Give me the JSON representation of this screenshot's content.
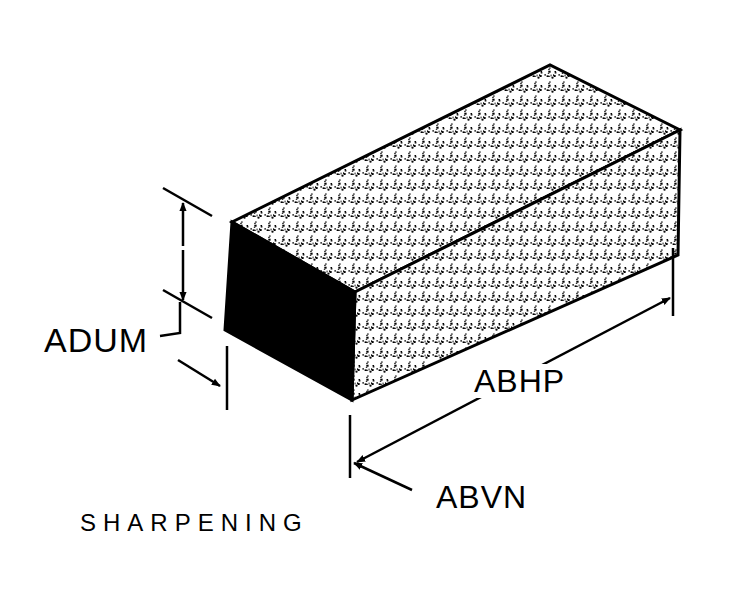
{
  "diagram": {
    "labels": [
      "ADUM",
      "ABHP",
      "ABVN",
      "SHARPENING"
    ]
  }
}
